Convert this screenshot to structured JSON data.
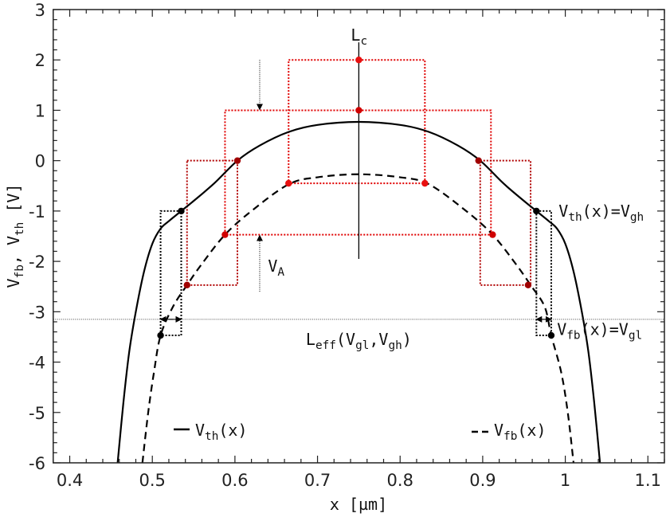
{
  "chart_data": {
    "type": "line",
    "xlabel": [
      {
        "t": "x [µm]"
      }
    ],
    "ylabel": [
      {
        "t": "V"
      },
      {
        "t": "fb",
        "sub": true
      },
      {
        "t": ", V"
      },
      {
        "t": "th",
        "sub": true
      },
      {
        "t": " [V]"
      }
    ],
    "xlim": [
      0.38,
      1.12
    ],
    "ylim": [
      -6,
      3
    ],
    "x_ticks": [
      0.4,
      0.5,
      0.6,
      0.7,
      0.8,
      0.9,
      1,
      1.1
    ],
    "x_tick_labels": [
      "0.4",
      "0.5",
      "0.6",
      "0.7",
      "0.8",
      "0.9",
      "1",
      "1.1"
    ],
    "y_ticks": [
      3,
      2,
      1,
      0,
      -1,
      -2,
      -3,
      -4,
      -5,
      -6
    ],
    "y_tick_labels": [
      "3",
      "2",
      "1",
      "0",
      "-1",
      "-2",
      "-3",
      "-4",
      "-5",
      "-6"
    ],
    "grid": false,
    "series": [
      {
        "name": "Vth(x)",
        "style": "solid",
        "color": "#000000",
        "points": [
          [
            0.458,
            -6
          ],
          [
            0.465,
            -4.8
          ],
          [
            0.472,
            -3.8
          ],
          [
            0.48,
            -3
          ],
          [
            0.49,
            -2.2
          ],
          [
            0.5,
            -1.65
          ],
          [
            0.51,
            -1.35
          ],
          [
            0.52,
            -1.2
          ],
          [
            0.535,
            -1.0
          ],
          [
            0.55,
            -0.8
          ],
          [
            0.575,
            -0.45
          ],
          [
            0.603,
            0
          ],
          [
            0.63,
            0.3
          ],
          [
            0.665,
            0.57
          ],
          [
            0.7,
            0.71
          ],
          [
            0.75,
            0.77
          ],
          [
            0.8,
            0.71
          ],
          [
            0.835,
            0.57
          ],
          [
            0.87,
            0.3
          ],
          [
            0.897,
            0
          ],
          [
            0.925,
            -0.45
          ],
          [
            0.95,
            -0.8
          ],
          [
            0.965,
            -1.0
          ],
          [
            0.98,
            -1.2
          ],
          [
            0.99,
            -1.35
          ],
          [
            1.0,
            -1.65
          ],
          [
            1.01,
            -2.2
          ],
          [
            1.02,
            -3
          ],
          [
            1.028,
            -3.8
          ],
          [
            1.035,
            -4.8
          ],
          [
            1.042,
            -6
          ]
        ]
      },
      {
        "name": "Vfb(x)",
        "style": "dashed",
        "color": "#000000",
        "points": [
          [
            0.488,
            -6
          ],
          [
            0.495,
            -5
          ],
          [
            0.502,
            -4.2
          ],
          [
            0.51,
            -3.47
          ],
          [
            0.525,
            -2.9
          ],
          [
            0.542,
            -2.47
          ],
          [
            0.56,
            -2.05
          ],
          [
            0.588,
            -1.47
          ],
          [
            0.62,
            -1.0
          ],
          [
            0.665,
            -0.47
          ],
          [
            0.7,
            -0.33
          ],
          [
            0.75,
            -0.27
          ],
          [
            0.8,
            -0.33
          ],
          [
            0.835,
            -0.47
          ],
          [
            0.88,
            -1.0
          ],
          [
            0.912,
            -1.47
          ],
          [
            0.94,
            -2.05
          ],
          [
            0.958,
            -2.47
          ],
          [
            0.975,
            -2.9
          ],
          [
            0.983,
            -3.47
          ],
          [
            0.995,
            -4.2
          ],
          [
            1.003,
            -5
          ],
          [
            1.01,
            -6
          ]
        ]
      }
    ],
    "boxes": [
      {
        "x": [
          0.665,
          0.83
        ],
        "y": [
          -0.45,
          2
        ],
        "color": "#e00000"
      },
      {
        "x": [
          0.588,
          0.91
        ],
        "y": [
          -1.47,
          1
        ],
        "color": "#e00000"
      },
      {
        "x": [
          0.542,
          0.603
        ],
        "y": [
          -2.47,
          0
        ],
        "color": "#b00000"
      },
      {
        "x": [
          0.897,
          0.958
        ],
        "y": [
          -2.47,
          0
        ],
        "color": "#b00000"
      },
      {
        "x": [
          0.51,
          0.535
        ],
        "y": [
          -3.47,
          -1
        ],
        "color": "#000000"
      },
      {
        "x": [
          0.965,
          0.983
        ],
        "y": [
          -3.47,
          -1
        ],
        "color": "#000000"
      }
    ],
    "markers": [
      {
        "x": 0.75,
        "y": 2,
        "color": "#e81010"
      },
      {
        "x": 0.75,
        "y": 1,
        "color": "#d00000"
      },
      {
        "x": 0.665,
        "y": -0.45,
        "color": "#e81010"
      },
      {
        "x": 0.83,
        "y": -0.45,
        "color": "#e81010"
      },
      {
        "x": 0.588,
        "y": -1.47,
        "color": "#d00000"
      },
      {
        "x": 0.912,
        "y": -1.47,
        "color": "#d00000"
      },
      {
        "x": 0.603,
        "y": 0,
        "color": "#a00000"
      },
      {
        "x": 0.895,
        "y": 0,
        "color": "#a00000"
      },
      {
        "x": 0.542,
        "y": -2.47,
        "color": "#a00000"
      },
      {
        "x": 0.955,
        "y": -2.47,
        "color": "#a00000"
      },
      {
        "x": 0.535,
        "y": -1,
        "color": "#000000"
      },
      {
        "x": 0.965,
        "y": -1,
        "color": "#000000"
      },
      {
        "x": 0.51,
        "y": -3.47,
        "color": "#000000"
      },
      {
        "x": 0.983,
        "y": -3.47,
        "color": "#000000"
      }
    ],
    "lc_line": {
      "x": 0.75,
      "y": [
        -1.95,
        2.35
      ]
    },
    "leff_level": -3.15,
    "va_arrow_x": 0.63,
    "annotations": {
      "lc": [
        {
          "t": "L"
        },
        {
          "t": "c",
          "sub": true
        }
      ],
      "va": [
        {
          "t": "V"
        },
        {
          "t": "A",
          "sub": true
        }
      ],
      "vth_eq": [
        {
          "t": "V"
        },
        {
          "t": "th",
          "sub": true
        },
        {
          "t": "(x)=V"
        },
        {
          "t": "gh",
          "sub": true
        }
      ],
      "vfb_eq": [
        {
          "t": "V"
        },
        {
          "t": "fb",
          "sub": true
        },
        {
          "t": "(x)=V"
        },
        {
          "t": "gl",
          "sub": true
        }
      ],
      "leff": [
        {
          "t": "L"
        },
        {
          "t": "eff",
          "sub": true
        },
        {
          "t": "(V"
        },
        {
          "t": "gl",
          "sub": true
        },
        {
          "t": ",V"
        },
        {
          "t": "gh",
          "sub": true
        },
        {
          "t": ")"
        }
      ]
    },
    "legend": [
      {
        "label": [
          {
            "t": "V"
          },
          {
            "t": "th",
            "sub": true
          },
          {
            "t": "(x)"
          }
        ],
        "style": "solid",
        "position": "bottom-left"
      },
      {
        "label": [
          {
            "t": "V"
          },
          {
            "t": "fb",
            "sub": true
          },
          {
            "t": "(x)"
          }
        ],
        "style": "dashed",
        "position": "bottom-right"
      }
    ]
  }
}
